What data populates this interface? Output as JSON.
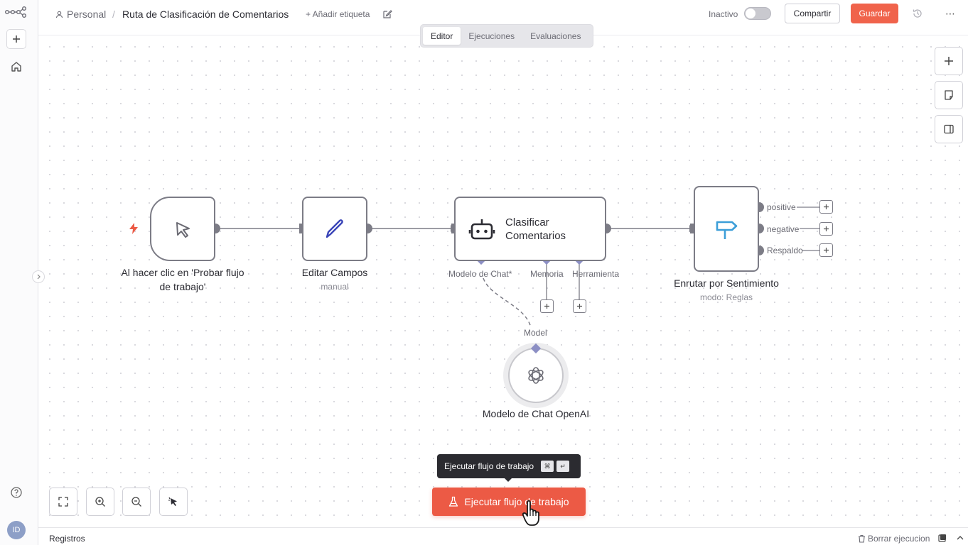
{
  "header": {
    "workspace": "Personal",
    "separator": "/",
    "workflow_title": "Ruta de Clasificación de Comentarios",
    "add_tag": "+ Añadir etiqueta",
    "status_label": "Inactivo",
    "share_label": "Compartir",
    "save_label": "Guardar",
    "more": "⋯"
  },
  "tabs": [
    {
      "label": "Editor",
      "active": true
    },
    {
      "label": "Ejecuciones",
      "active": false
    },
    {
      "label": "Evaluaciones",
      "active": false
    }
  ],
  "sidebar": {
    "avatar_initials": "ID"
  },
  "nodes": {
    "trigger": {
      "label": "Al hacer clic en 'Probar flujo de trabajo'"
    },
    "edit_fields": {
      "label": "Editar Campos",
      "subtitle": "manual"
    },
    "classifier": {
      "label": "Clasificar Comentarios",
      "ports": {
        "chat_model": "Modelo de Chat*",
        "memory": "Memoria",
        "tool": "Herramienta"
      }
    },
    "router": {
      "label": "Enrutar por Sentimiento",
      "subtitle": "modo: Reglas",
      "outputs": [
        "positive",
        "negative",
        "Respaldo"
      ]
    },
    "openai": {
      "label": "Modelo de Chat OpenAI",
      "port": "Model"
    }
  },
  "run": {
    "button_label": "Ejecutar flujo de trabajo",
    "tooltip_label": "Ejecutar flujo de trabajo",
    "tooltip_keys": [
      "⌘",
      "↵"
    ]
  },
  "footer": {
    "logs_label": "Registros",
    "clear_label": "Borrar ejecucion"
  },
  "colors": {
    "accent": "#f0634b",
    "port": "#7c7c86",
    "diamond": "#8c8fc4",
    "trigger_bolt": "#ec5a45"
  }
}
